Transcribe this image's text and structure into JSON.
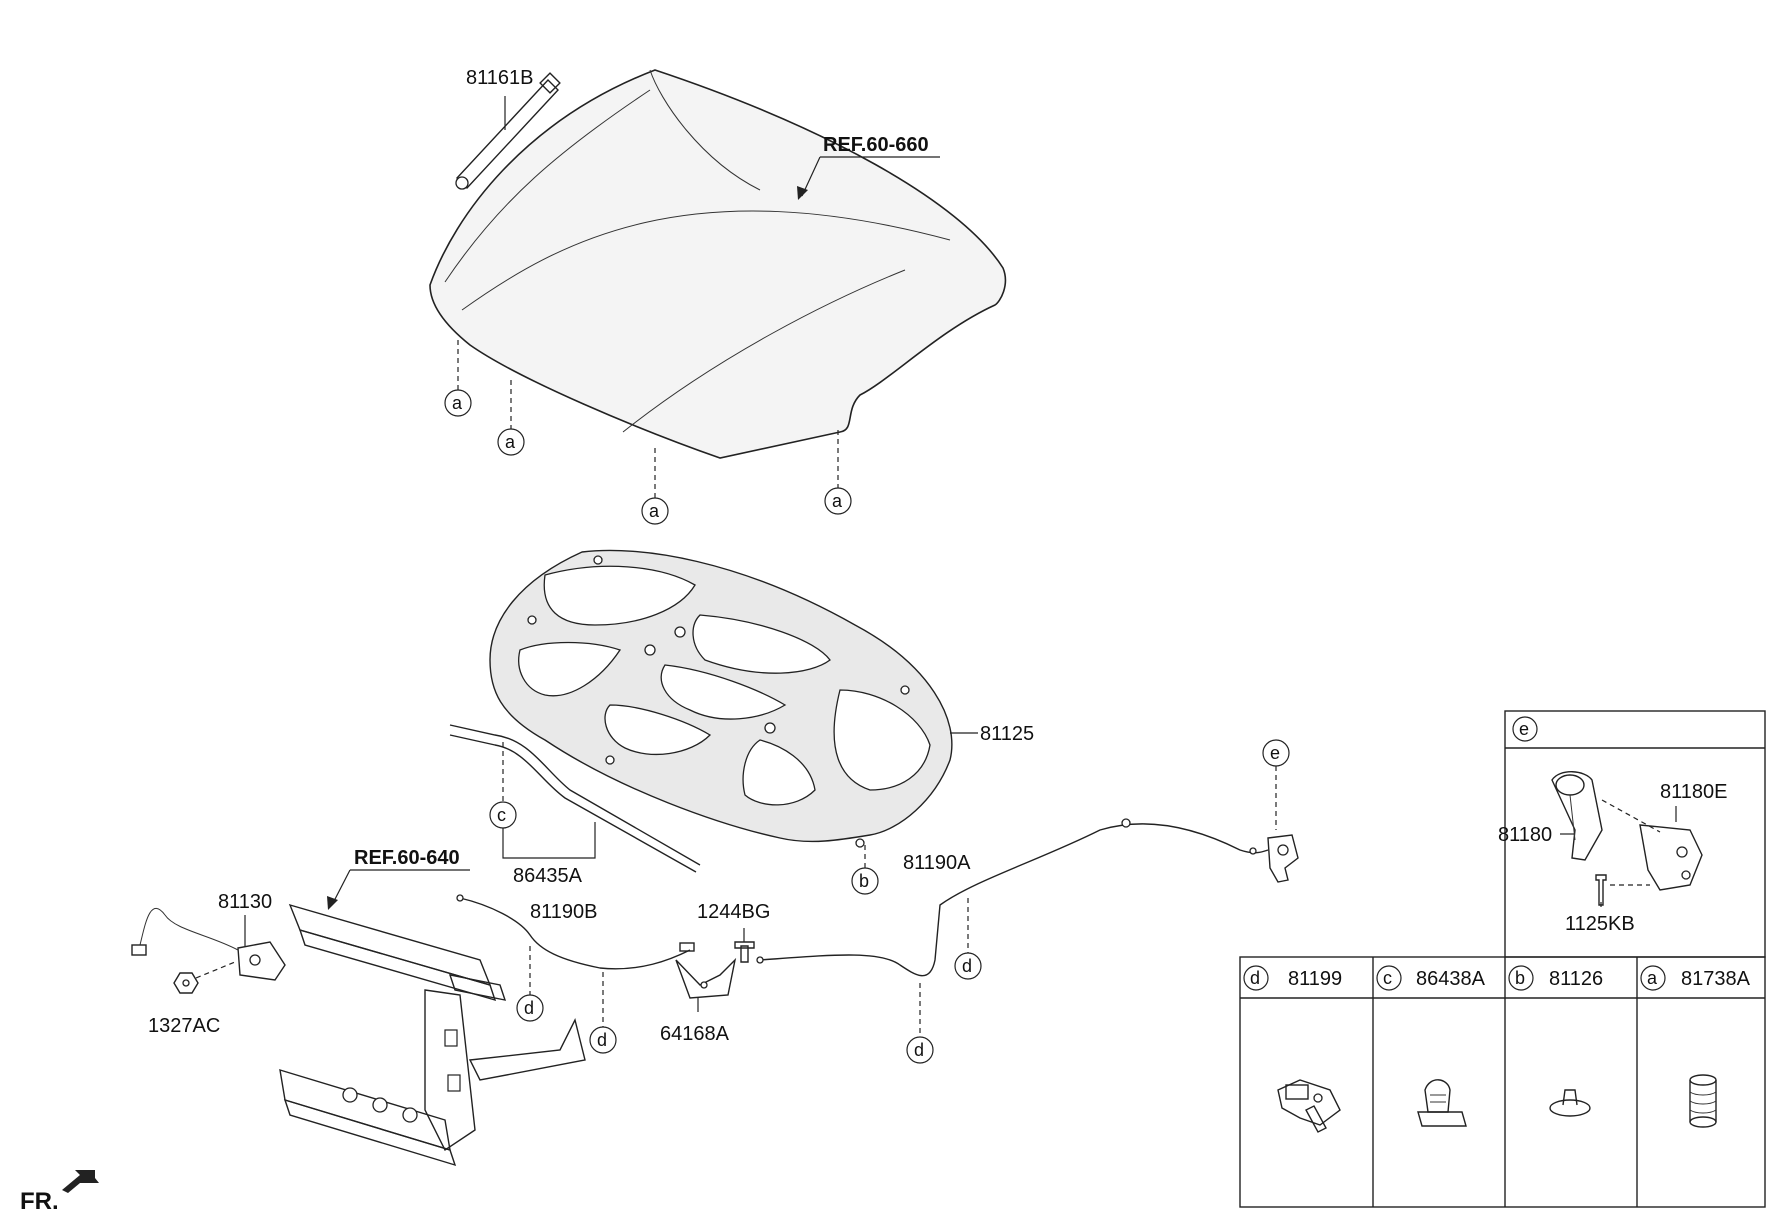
{
  "refs": {
    "hood": "REF.60-660",
    "radiator": "REF.60-640"
  },
  "parts": {
    "stay": "81161B",
    "insulator": "81125",
    "weatherstrip": "86435A",
    "latch": "81130",
    "latch_nut": "1327AC",
    "cable_b": "81190B",
    "cable_a": "81190A",
    "bolt": "1244BG",
    "bracket": "64168A"
  },
  "callouts": {
    "a": "a",
    "b": "b",
    "c": "c",
    "d": "d",
    "e": "e"
  },
  "inset_e": {
    "key": "e",
    "handle": "81180",
    "handle_bracket": "81180E",
    "screw": "1125KB"
  },
  "legend": [
    {
      "key": "d",
      "part": "81199"
    },
    {
      "key": "c",
      "part": "86438A"
    },
    {
      "key": "b",
      "part": "81126"
    },
    {
      "key": "a",
      "part": "81738A"
    }
  ],
  "direction": "FR."
}
